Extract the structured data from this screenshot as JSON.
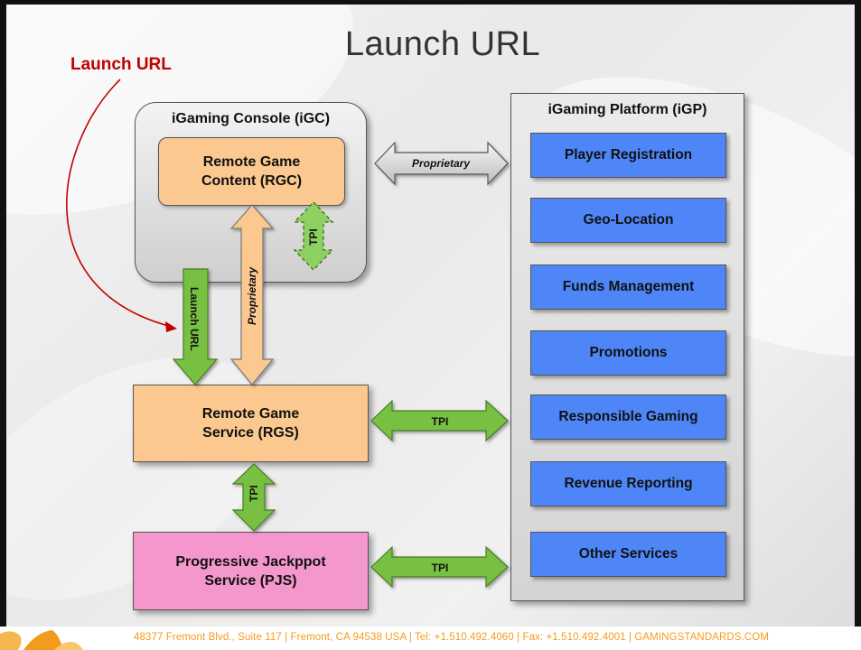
{
  "slide": {
    "title": "Launch URL",
    "launch_url_label": "Launch URL",
    "footer": "48377 Fremont Blvd., Suite 117  |  Fremont, CA 94538  USA  |  Tel: +1.510.492.4060  |  Fax: +1.510.492.4001  |  GAMINGSTANDARDS.COM"
  },
  "boxes": {
    "igc": "iGaming Console (iGC)",
    "rgc_line1": "Remote Game",
    "rgc_line2": "Content (RGC)",
    "rgs_line1": "Remote Game",
    "rgs_line2": "Service (RGS)",
    "pjs_line1": "Progressive Jackppot",
    "pjs_line2": "Service (PJS)",
    "igp": "iGaming Platform (iGP)"
  },
  "services": [
    "Player Registration",
    "Geo-Location",
    "Funds Management",
    "Promotions",
    "Responsible Gaming",
    "Revenue Reporting",
    "Other Services"
  ],
  "arrows": {
    "igc_igp": "Proprietary",
    "rgc_rgs": "Proprietary",
    "rgc_tpi": "TPI",
    "launch_url": "Launch URL",
    "rgs_igp": "TPI",
    "rgs_pjs": "TPI",
    "pjs_igp": "TPI"
  },
  "colors": {
    "orange_box": "#fbc88f",
    "pink_box": "#f497cd",
    "blue_box": "#4f86f7",
    "green_arrow": "#78c043",
    "red_label": "#c00000",
    "footer_orange": "#f39b1f"
  }
}
